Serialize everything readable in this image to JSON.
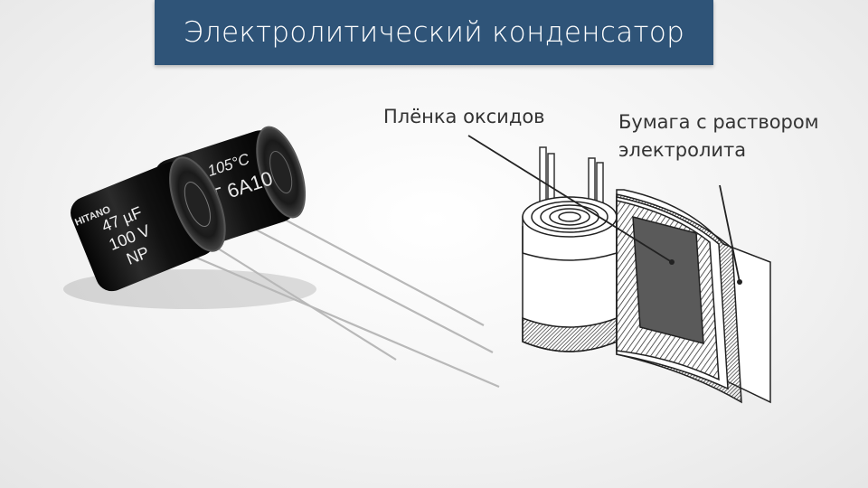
{
  "slide": {
    "title": "Электролитический конденсатор",
    "labels": {
      "oxide_film": "Плёнка оксидов",
      "paper_line1": "Бумага с раствором",
      "paper_line2": "электролита"
    }
  },
  "photo": {
    "capacitor_front_text": [
      "HITANO",
      "47 µF",
      "100 V",
      "NP"
    ],
    "capacitor_back_text": [
      "ENR 105°C",
      "VENT 6A10"
    ]
  },
  "colors": {
    "title_bar": "#2f5478",
    "title_text": "#ffffff"
  }
}
